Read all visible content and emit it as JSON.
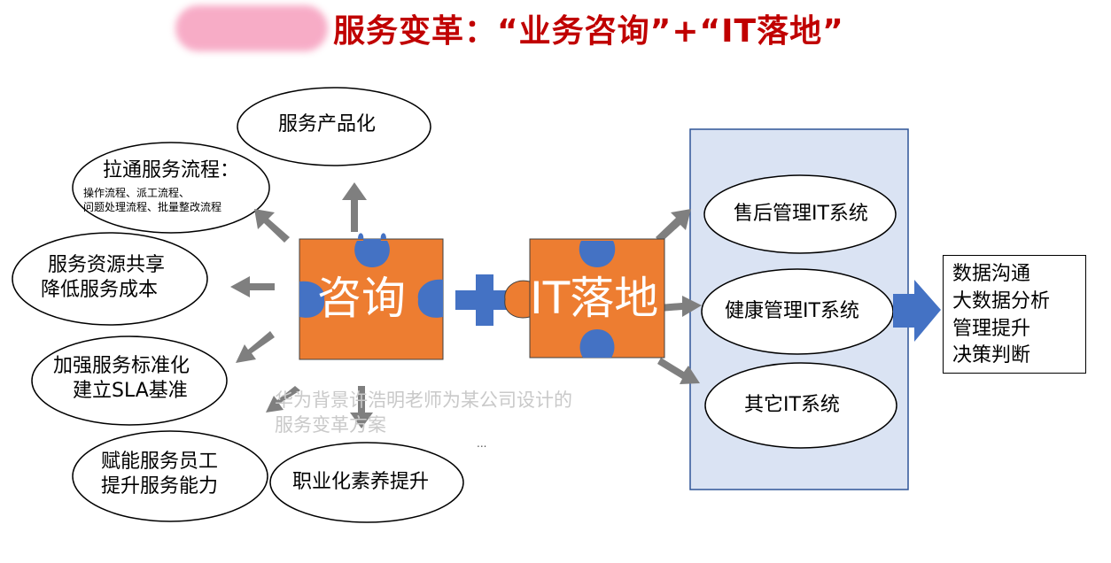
{
  "title": {
    "main": "服务变革：“业务咨询”+“IT落地”"
  },
  "colors": {
    "title": "#c00000",
    "puzzle_orange": "#ed7d31",
    "puzzle_blue": "#4472c4",
    "panel_fill": "#dae3f3",
    "panel_border": "#2f5597",
    "arrow_gray": "#7f7f7f"
  },
  "consult_piece": {
    "label": "咨询"
  },
  "it_piece": {
    "label": "IT落地"
  },
  "consult_items": [
    {
      "lines": [
        "服务产品化"
      ]
    },
    {
      "lines": [
        "拉通服务流程："
      ],
      "sub": [
        "操作流程、派工流程、",
        "问题处理流程、批量整改流程"
      ]
    },
    {
      "lines": [
        "服务资源共享",
        "降低服务成本"
      ]
    },
    {
      "lines": [
        "加强服务标准化",
        "建立SLA基准"
      ]
    },
    {
      "lines": [
        "赋能服务员工",
        "提升服务能力"
      ]
    },
    {
      "lines": [
        "职业化素养提升"
      ]
    }
  ],
  "it_systems": [
    {
      "label": "售后管理IT系统"
    },
    {
      "label": "健康管理IT系统"
    },
    {
      "label": "其它IT系统"
    }
  ],
  "outcomes": [
    "数据沟通",
    "大数据分析",
    "管理提升",
    "决策判断"
  ],
  "watermark": {
    "line1": "华为背景许浩明老师为某公司设计的",
    "line2": "服务变革方案",
    "ellipsis": "..."
  }
}
